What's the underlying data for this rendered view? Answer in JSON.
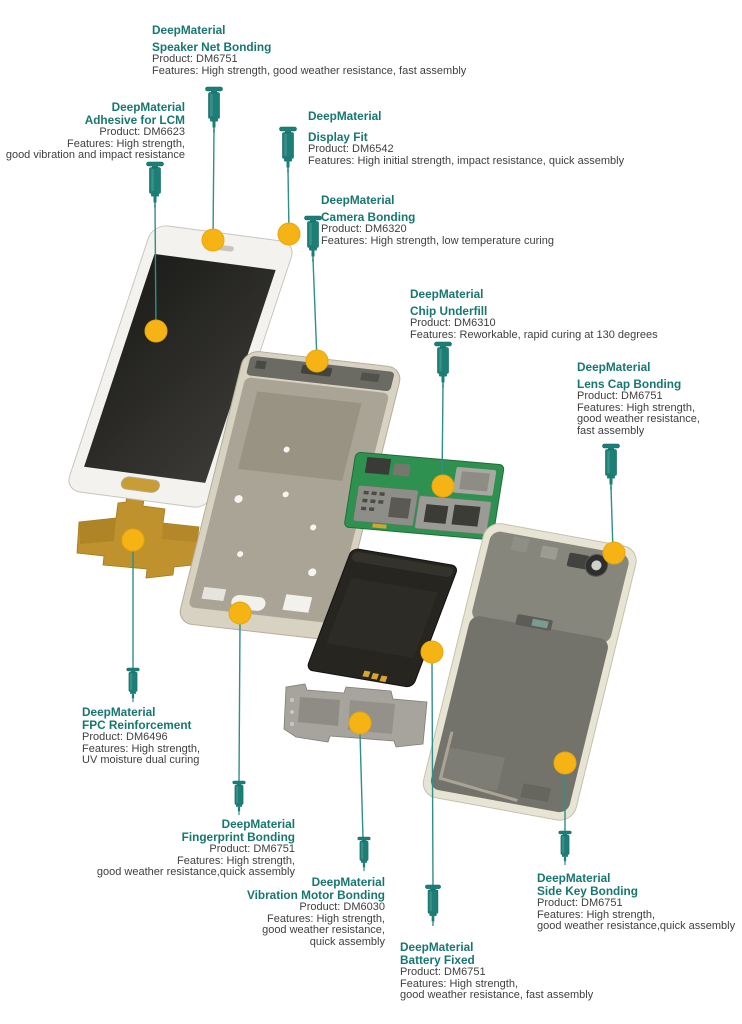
{
  "page": {
    "background": "#ffffff",
    "type": "exploded-phone-adhesive-diagram"
  },
  "colors": {
    "accent_teal": "#17776f",
    "body_text": "#3f3f3f",
    "marker_yellow": "#f6b414",
    "syringe_teal": "#1d7e76",
    "leader_line": "#2f8e87",
    "pcb_green": "#2f9150",
    "fpc_gold": "#c0922e"
  },
  "labels": [
    {
      "brand": "DeepMaterial",
      "title": "Speaker Net Bonding",
      "product": "Product: DM6751",
      "features": [
        "Features: High strength, good weather resistance, fast assembly"
      ]
    },
    {
      "brand": "DeepMaterial",
      "title": "Adhesive for LCM",
      "product": "Product: DM6623",
      "features": [
        "Features: High strength,",
        "good vibration and impact resistance"
      ]
    },
    {
      "brand": "DeepMaterial",
      "title": "Display Fit",
      "product": "Product: DM6542",
      "features": [
        "Features: High initial strength, impact resistance, quick assembly"
      ]
    },
    {
      "brand": "DeepMaterial",
      "title": "Camera Bonding",
      "product": "Product: DM6320",
      "features": [
        "Features: High strength, low temperature curing"
      ]
    },
    {
      "brand": "DeepMaterial",
      "title": "Chip Underfill",
      "product": "Product: DM6310",
      "features": [
        "Features: Reworkable, rapid curing at 130 degrees"
      ]
    },
    {
      "brand": "DeepMaterial",
      "title": "Lens Cap Bonding",
      "product": "Product: DM6751",
      "features": [
        "Features: High strength,",
        "good weather resistance,",
        "fast assembly"
      ]
    },
    {
      "brand": "DeepMaterial",
      "title": "FPC Reinforcement",
      "product": "Product: DM6496",
      "features": [
        "Features: High strength,",
        "UV moisture dual curing"
      ]
    },
    {
      "brand": "DeepMaterial",
      "title": "Fingerprint Bonding",
      "product": "Product: DM6751",
      "features": [
        "Features: High strength,",
        "good weather resistance,quick assembly"
      ]
    },
    {
      "brand": "DeepMaterial",
      "title": "Vibration Motor Bonding",
      "product": "Product: DM6030",
      "features": [
        "Features: High strength,",
        "good weather resistance,",
        "quick assembly"
      ]
    },
    {
      "brand": "DeepMaterial",
      "title": "Battery Fixed",
      "product": "Product: DM6751",
      "features": [
        "Features: High strength,",
        "good weather resistance, fast assembly"
      ]
    },
    {
      "brand": "DeepMaterial",
      "title": "Side Key Bonding",
      "product": "Product: DM6751",
      "features": [
        "Features: High strength,",
        "good weather resistance,quick assembly"
      ]
    }
  ],
  "parts": [
    "front-screen-assembly",
    "fpc-ribbon-cable",
    "mid-frame",
    "motherboard-pcb",
    "battery",
    "speaker-module",
    "rear-housing"
  ],
  "icons": [
    "syringe-icon",
    "adhesive-point-marker",
    "leader-line"
  ]
}
